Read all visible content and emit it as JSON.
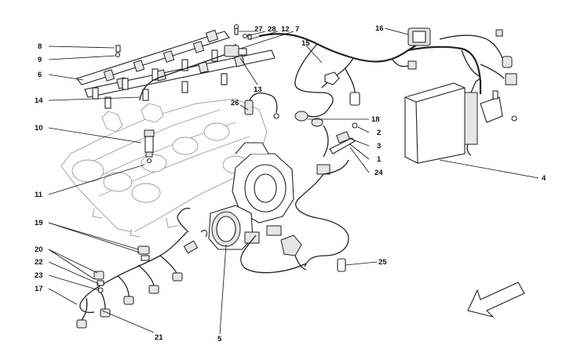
{
  "diagram": {
    "callouts": [
      {
        "id": "c8",
        "label": "8"
      },
      {
        "id": "c9",
        "label": "9"
      },
      {
        "id": "c6",
        "label": "6"
      },
      {
        "id": "c14",
        "label": "14"
      },
      {
        "id": "c10",
        "label": "10"
      },
      {
        "id": "c11",
        "label": "11"
      },
      {
        "id": "c19",
        "label": "19"
      },
      {
        "id": "c20",
        "label": "20"
      },
      {
        "id": "c22",
        "label": "22"
      },
      {
        "id": "c23",
        "label": "23"
      },
      {
        "id": "c17",
        "label": "17"
      },
      {
        "id": "c21",
        "label": "21"
      },
      {
        "id": "c5",
        "label": "5"
      },
      {
        "id": "c27",
        "label": "27"
      },
      {
        "id": "c28",
        "label": "28"
      },
      {
        "id": "c12",
        "label": "12"
      },
      {
        "id": "c7",
        "label": "7"
      },
      {
        "id": "c13",
        "label": "13"
      },
      {
        "id": "c26",
        "label": "26"
      },
      {
        "id": "c15",
        "label": "15"
      },
      {
        "id": "c16",
        "label": "16"
      },
      {
        "id": "c18",
        "label": "18"
      },
      {
        "id": "c2",
        "label": "2"
      },
      {
        "id": "c3",
        "label": "3"
      },
      {
        "id": "c1",
        "label": "1"
      },
      {
        "id": "c24",
        "label": "24"
      },
      {
        "id": "c4",
        "label": "4"
      },
      {
        "id": "c25",
        "label": "25"
      }
    ]
  }
}
